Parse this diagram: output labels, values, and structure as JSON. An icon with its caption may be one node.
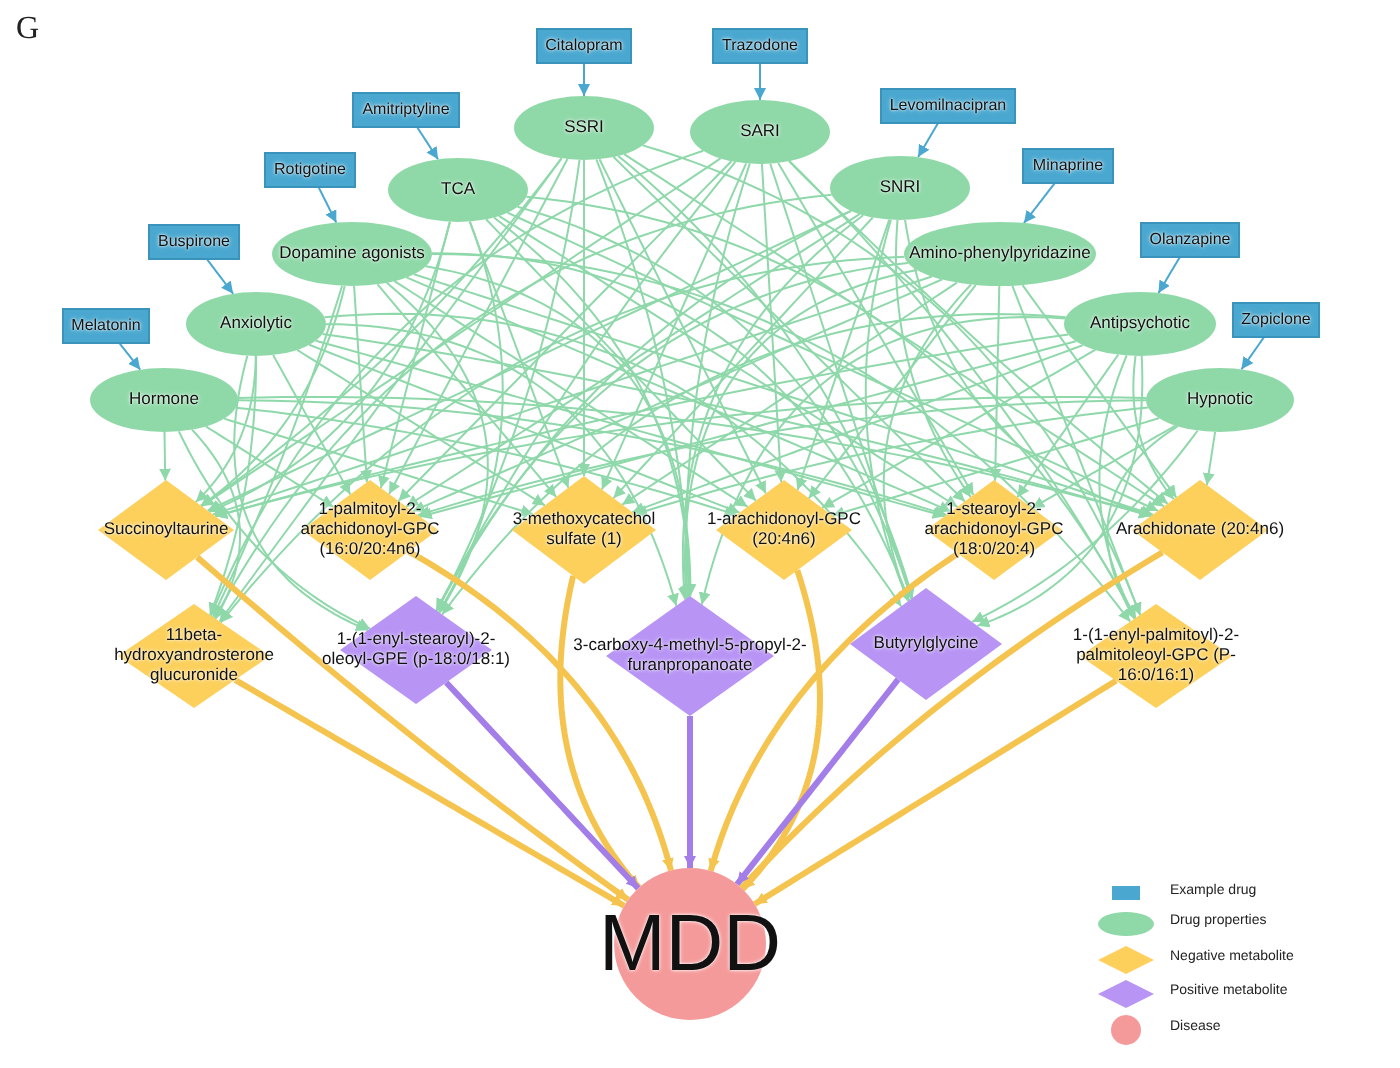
{
  "diagram": {
    "nodes": [
      {
        "text": [
          "Citalopram"
        ]
      },
      {
        "text": [
          "Trazodone"
        ]
      },
      {
        "text": [
          "Amitriptyline"
        ]
      },
      {
        "text": [
          "Levomilnacipran"
        ]
      },
      {
        "text": [
          "Rotigotine"
        ]
      },
      {
        "text": [
          "Minaprine"
        ]
      },
      {
        "text": [
          "Buspirone"
        ]
      },
      {
        "text": [
          "Olanzapine"
        ]
      },
      {
        "text": [
          "Melatonin"
        ]
      },
      {
        "text": [
          "Zopiclone"
        ]
      },
      {
        "text": [
          "SSRI"
        ]
      },
      {
        "text": [
          "SARI"
        ]
      },
      {
        "text": [
          "TCA"
        ]
      },
      {
        "text": [
          "SNRI"
        ]
      },
      {
        "text": [
          "Dopamine agonists"
        ]
      },
      {
        "text": [
          "Amino-phenylpyridazine"
        ]
      },
      {
        "text": [
          "Anxiolytic"
        ]
      },
      {
        "text": [
          "Antipsychotic"
        ]
      },
      {
        "text": [
          "Hormone"
        ]
      },
      {
        "text": [
          "Hypnotic"
        ]
      },
      {
        "text": [
          "Succinoyltaurine"
        ]
      },
      {
        "text": [
          "1-palmitoyl-2-arachidonoyl-GPC (16:0/20:4n6)"
        ]
      },
      {
        "text": [
          "3-methoxycatechol sulfate (1)"
        ]
      },
      {
        "text": [
          "1-arachidonoyl-GPC (20:4n6)"
        ]
      },
      {
        "text": [
          "1-stearoyl-2-arachidonoyl-GPC (18:0/20:4)"
        ]
      },
      {
        "text": [
          "Arachidonate (20:4n6)"
        ]
      },
      {
        "text": [
          "11beta-hydroxyandrosterone glucuronide"
        ]
      },
      {
        "text": [
          "1-(1-enyl-stearoyl)-2-oleoyl-GPE (p-18:0/18:1)"
        ]
      },
      {
        "text": [
          "3-carboxy-4-methyl-5-propyl-2-furanpropanoate"
        ]
      },
      {
        "text": [
          "Butyrylglycine"
        ]
      },
      {
        "text": [
          "1-(1-enyl-palmitoyl)-2-palmitoleoyl-GPC (P-16:0/16:1)"
        ]
      },
      {
        "text": [
          "MDD"
        ]
      }
    ],
    "edges": [
      {
        "from": 0,
        "to": 10,
        "arrow": "to",
        "color": "#4aa8d0"
      },
      {
        "from": 1,
        "to": 11,
        "arrow": "to",
        "color": "#4aa8d0"
      },
      {
        "from": 2,
        "to": 12,
        "arrow": "to",
        "color": "#4aa8d0"
      },
      {
        "from": 3,
        "to": 13,
        "arrow": "to",
        "color": "#4aa8d0"
      },
      {
        "from": 4,
        "to": 14,
        "arrow": "to",
        "color": "#4aa8d0"
      },
      {
        "from": 5,
        "to": 15,
        "arrow": "to",
        "color": "#4aa8d0"
      },
      {
        "from": 6,
        "to": 16,
        "arrow": "to",
        "color": "#4aa8d0"
      },
      {
        "from": 7,
        "to": 17,
        "arrow": "to",
        "color": "#4aa8d0"
      },
      {
        "from": 8,
        "to": 18,
        "arrow": "to",
        "color": "#4aa8d0"
      },
      {
        "from": 9,
        "to": 19,
        "arrow": "to",
        "color": "#4aa8d0"
      },
      {
        "from": 10,
        "to": 20,
        "arrow": "to"
      },
      {
        "from": 10,
        "to": 21,
        "arrow": "to"
      },
      {
        "from": 10,
        "to": 22,
        "arrow": "to"
      },
      {
        "from": 10,
        "to": 23,
        "arrow": "to"
      },
      {
        "from": 10,
        "to": 24,
        "arrow": "to"
      },
      {
        "from": 10,
        "to": 25,
        "arrow": "to"
      },
      {
        "from": 10,
        "to": 26,
        "arrow": "to"
      },
      {
        "from": 10,
        "to": 27,
        "arrow": "to"
      },
      {
        "from": 10,
        "to": 28,
        "arrow": "to"
      },
      {
        "from": 10,
        "to": 29,
        "arrow": "to"
      },
      {
        "from": 10,
        "to": 30,
        "arrow": "to"
      },
      {
        "from": 11,
        "to": 20,
        "arrow": "to"
      },
      {
        "from": 11,
        "to": 21,
        "arrow": "to"
      },
      {
        "from": 11,
        "to": 22,
        "arrow": "to"
      },
      {
        "from": 11,
        "to": 23,
        "arrow": "to"
      },
      {
        "from": 11,
        "to": 24,
        "arrow": "to"
      },
      {
        "from": 11,
        "to": 25,
        "arrow": "to"
      },
      {
        "from": 11,
        "to": 26,
        "arrow": "to"
      },
      {
        "from": 11,
        "to": 27,
        "arrow": "to"
      },
      {
        "from": 11,
        "to": 28,
        "arrow": "to"
      },
      {
        "from": 11,
        "to": 29,
        "arrow": "to"
      },
      {
        "from": 11,
        "to": 30,
        "arrow": "to"
      },
      {
        "from": 12,
        "to": 20,
        "arrow": "to"
      },
      {
        "from": 12,
        "to": 21,
        "arrow": "to"
      },
      {
        "from": 12,
        "to": 22,
        "arrow": "to"
      },
      {
        "from": 12,
        "to": 23,
        "arrow": "to"
      },
      {
        "from": 12,
        "to": 24,
        "arrow": "to"
      },
      {
        "from": 12,
        "to": 25,
        "arrow": "to"
      },
      {
        "from": 12,
        "to": 27,
        "arrow": "to"
      },
      {
        "from": 12,
        "to": 28,
        "arrow": "to"
      },
      {
        "from": 12,
        "to": 29,
        "arrow": "to"
      },
      {
        "from": 12,
        "to": 30,
        "arrow": "to"
      },
      {
        "from": 13,
        "to": 20,
        "arrow": "to"
      },
      {
        "from": 13,
        "to": 21,
        "arrow": "to"
      },
      {
        "from": 13,
        "to": 22,
        "arrow": "to"
      },
      {
        "from": 13,
        "to": 23,
        "arrow": "to"
      },
      {
        "from": 13,
        "to": 24,
        "arrow": "to"
      },
      {
        "from": 13,
        "to": 25,
        "arrow": "to"
      },
      {
        "from": 13,
        "to": 26,
        "arrow": "to"
      },
      {
        "from": 13,
        "to": 27,
        "arrow": "to"
      },
      {
        "from": 13,
        "to": 28,
        "arrow": "to"
      },
      {
        "from": 13,
        "to": 29,
        "arrow": "to"
      },
      {
        "from": 14,
        "to": 20,
        "arrow": "to"
      },
      {
        "from": 14,
        "to": 21,
        "arrow": "to"
      },
      {
        "from": 14,
        "to": 22,
        "arrow": "to"
      },
      {
        "from": 14,
        "to": 23,
        "arrow": "to"
      },
      {
        "from": 14,
        "to": 24,
        "arrow": "to"
      },
      {
        "from": 14,
        "to": 25,
        "arrow": "to"
      },
      {
        "from": 14,
        "to": 26,
        "arrow": "to"
      },
      {
        "from": 14,
        "to": 27,
        "arrow": "to"
      },
      {
        "from": 14,
        "to": 28,
        "arrow": "to"
      },
      {
        "from": 14,
        "to": 29,
        "arrow": "to"
      },
      {
        "from": 14,
        "to": 30,
        "arrow": "to"
      },
      {
        "from": 15,
        "to": 20,
        "arrow": "to"
      },
      {
        "from": 15,
        "to": 21,
        "arrow": "to"
      },
      {
        "from": 15,
        "to": 22,
        "arrow": "to"
      },
      {
        "from": 15,
        "to": 23,
        "arrow": "to"
      },
      {
        "from": 15,
        "to": 24,
        "arrow": "to"
      },
      {
        "from": 15,
        "to": 25,
        "arrow": "to"
      },
      {
        "from": 15,
        "to": 26,
        "arrow": "to"
      },
      {
        "from": 15,
        "to": 27,
        "arrow": "to"
      },
      {
        "from": 15,
        "to": 28,
        "arrow": "to"
      },
      {
        "from": 15,
        "to": 29,
        "arrow": "to"
      },
      {
        "from": 15,
        "to": 30,
        "arrow": "to"
      },
      {
        "from": 16,
        "to": 20,
        "arrow": "to"
      },
      {
        "from": 16,
        "to": 21,
        "arrow": "to"
      },
      {
        "from": 16,
        "to": 22,
        "arrow": "to"
      },
      {
        "from": 16,
        "to": 23,
        "arrow": "to"
      },
      {
        "from": 16,
        "to": 24,
        "arrow": "to"
      },
      {
        "from": 16,
        "to": 25,
        "arrow": "to"
      },
      {
        "from": 16,
        "to": 26,
        "arrow": "to"
      },
      {
        "from": 16,
        "to": 27,
        "arrow": "to"
      },
      {
        "from": 16,
        "to": 28,
        "arrow": "to"
      },
      {
        "from": 16,
        "to": 29,
        "arrow": "to"
      },
      {
        "from": 17,
        "to": 20,
        "arrow": "to"
      },
      {
        "from": 17,
        "to": 21,
        "arrow": "to"
      },
      {
        "from": 17,
        "to": 22,
        "arrow": "to"
      },
      {
        "from": 17,
        "to": 23,
        "arrow": "to"
      },
      {
        "from": 17,
        "to": 24,
        "arrow": "to"
      },
      {
        "from": 17,
        "to": 25,
        "arrow": "to"
      },
      {
        "from": 17,
        "to": 27,
        "arrow": "to"
      },
      {
        "from": 17,
        "to": 28,
        "arrow": "to"
      },
      {
        "from": 17,
        "to": 29,
        "arrow": "to"
      },
      {
        "from": 17,
        "to": 30,
        "arrow": "to"
      },
      {
        "from": 18,
        "to": 20,
        "arrow": "to"
      },
      {
        "from": 18,
        "to": 21,
        "arrow": "to"
      },
      {
        "from": 18,
        "to": 22,
        "arrow": "to"
      },
      {
        "from": 18,
        "to": 23,
        "arrow": "to"
      },
      {
        "from": 18,
        "to": 24,
        "arrow": "to"
      },
      {
        "from": 18,
        "to": 25,
        "arrow": "to"
      },
      {
        "from": 18,
        "to": 26,
        "arrow": "to"
      },
      {
        "from": 18,
        "to": 27,
        "arrow": "to"
      },
      {
        "from": 19,
        "to": 20,
        "arrow": "to"
      },
      {
        "from": 19,
        "to": 21,
        "arrow": "to"
      },
      {
        "from": 19,
        "to": 22,
        "arrow": "to"
      },
      {
        "from": 19,
        "to": 23,
        "arrow": "to"
      },
      {
        "from": 19,
        "to": 24,
        "arrow": "to"
      },
      {
        "from": 19,
        "to": 25,
        "arrow": "to"
      },
      {
        "from": 19,
        "to": 29,
        "arrow": "to"
      },
      {
        "from": 19,
        "to": 30,
        "arrow": "to"
      },
      {
        "from": 20,
        "to": 31,
        "arrow": "to",
        "style": "thick",
        "color": "#f5c44e"
      },
      {
        "from": 21,
        "to": 31,
        "arrow": "to",
        "style": "thick",
        "color": "#f5c44e"
      },
      {
        "from": 22,
        "to": 31,
        "arrow": "to",
        "style": "thick",
        "color": "#f5c44e"
      },
      {
        "from": 23,
        "to": 31,
        "arrow": "to",
        "style": "thick",
        "color": "#f5c44e"
      },
      {
        "from": 24,
        "to": 31,
        "arrow": "to",
        "style": "thick",
        "color": "#f5c44e"
      },
      {
        "from": 25,
        "to": 31,
        "arrow": "to",
        "style": "thick",
        "color": "#f5c44e"
      },
      {
        "from": 26,
        "to": 31,
        "arrow": "to",
        "style": "thick",
        "color": "#f5c44e"
      },
      {
        "from": 27,
        "to": 31,
        "arrow": "to",
        "style": "thick",
        "color": "#a37de8"
      },
      {
        "from": 28,
        "to": 31,
        "arrow": "to",
        "style": "thick",
        "color": "#a37de8"
      },
      {
        "from": 29,
        "to": 31,
        "arrow": "to",
        "style": "thick",
        "color": "#a37de8"
      },
      {
        "from": 30,
        "to": 31,
        "arrow": "to",
        "style": "thick",
        "color": "#f5c44e"
      }
    ],
    "labels": [
      "G"
    ],
    "legend": [
      {
        "text": "Example drug",
        "color": "#4aa8d0"
      },
      {
        "text": "Drug properties",
        "color": "#8fd9a8"
      },
      {
        "text": "Negative metabolite",
        "color": "#fcd05b"
      },
      {
        "text": "Positive metabolite",
        "color": "#b894f5"
      },
      {
        "text": "Disease",
        "color": "#f59a9a"
      }
    ]
  }
}
